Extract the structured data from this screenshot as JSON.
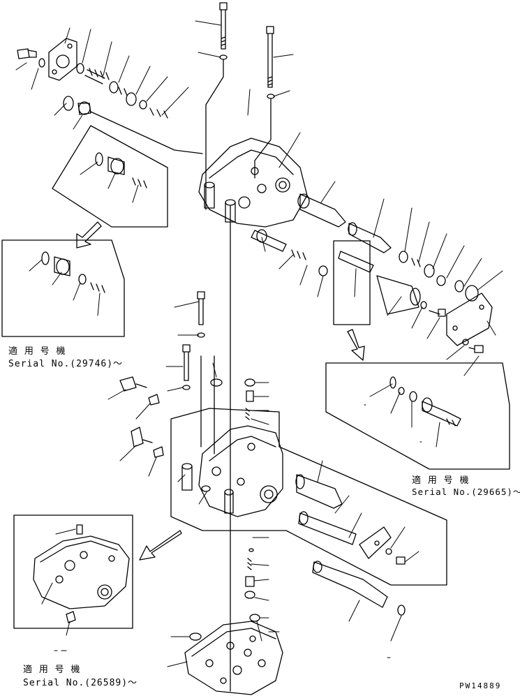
{
  "labels": {
    "applicable_models_1": "適 用 号 機",
    "serial_1": "Serial No.(29746)～",
    "applicable_models_2": "適 用 号 機",
    "serial_2": "Serial No.(29665)～",
    "applicable_models_3": "適 用 号 機",
    "serial_3": "Serial No.(26589)～",
    "drawing_number": "PW14889"
  }
}
